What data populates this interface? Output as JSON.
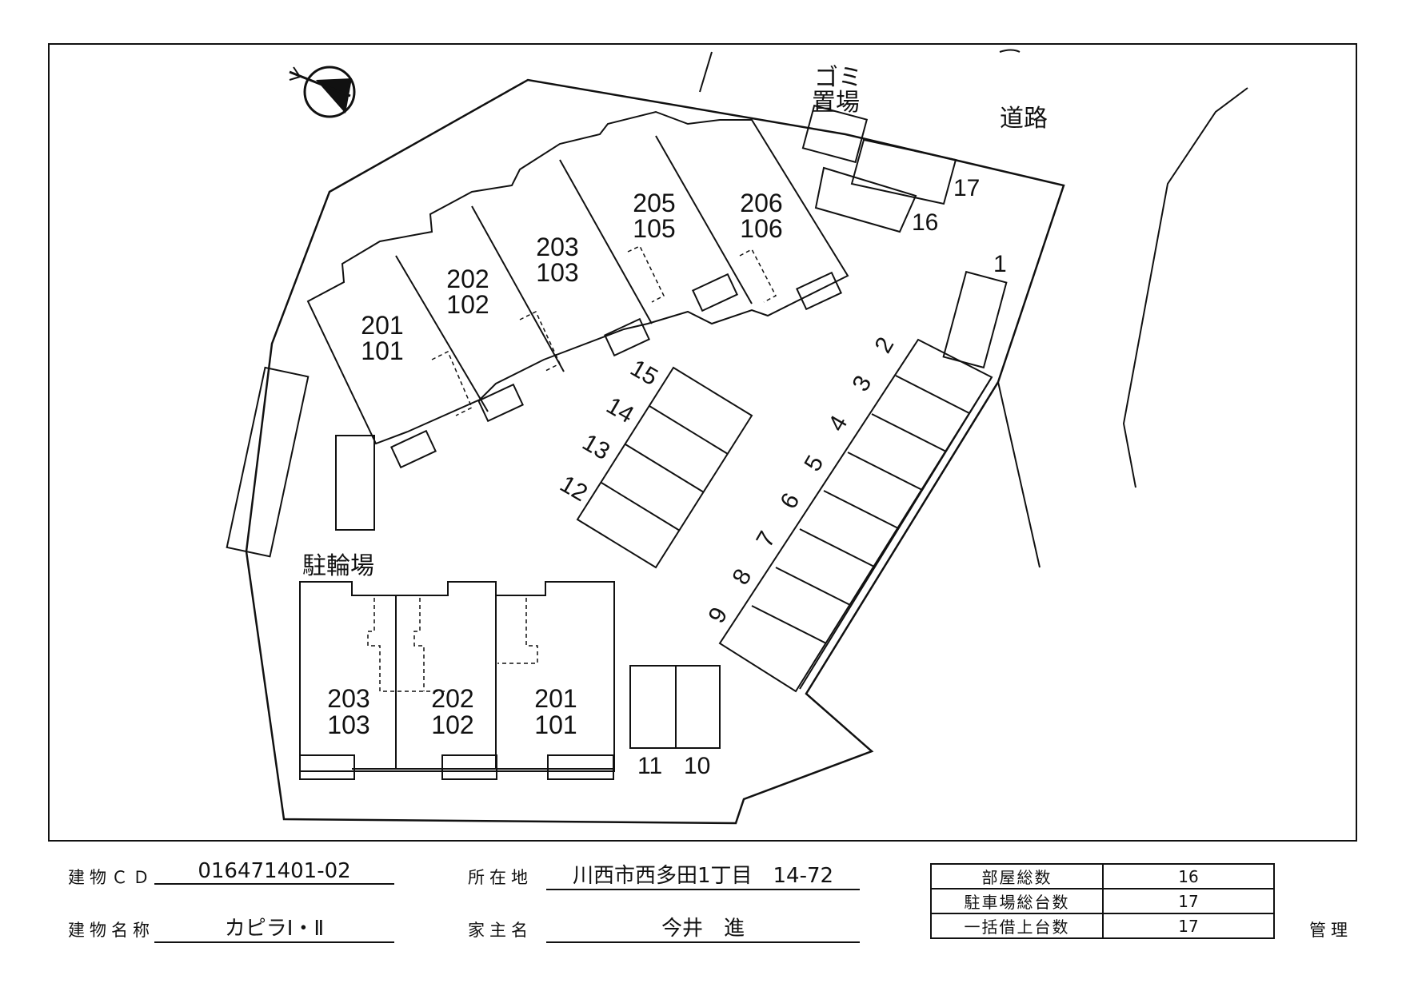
{
  "map": {
    "north_symbol": "north-arrow",
    "labels": {
      "garbage": [
        "ゴミ",
        "置場"
      ],
      "road": "道路",
      "bicycle": "駐輪場"
    },
    "building_a_units": [
      {
        "upper": "201",
        "lower": "101"
      },
      {
        "upper": "202",
        "lower": "102"
      },
      {
        "upper": "203",
        "lower": "103"
      },
      {
        "upper": "205",
        "lower": "105"
      },
      {
        "upper": "206",
        "lower": "106"
      }
    ],
    "building_b_units": [
      {
        "upper": "203",
        "lower": "103"
      },
      {
        "upper": "202",
        "lower": "102"
      },
      {
        "upper": "201",
        "lower": "101"
      }
    ],
    "parking_numbers": [
      "1",
      "2",
      "3",
      "4",
      "5",
      "6",
      "7",
      "8",
      "9",
      "10",
      "11",
      "12",
      "13",
      "14",
      "15",
      "16",
      "17"
    ]
  },
  "info": {
    "building_cd_label": "建物ＣＤ",
    "building_cd": "016471401-02",
    "building_name_label": "建物名称",
    "building_name": "カピラⅠ・Ⅱ",
    "location_label": "所在地",
    "location": "川西市西多田1丁目　14-72",
    "owner_label": "家主名",
    "owner": "今井　進"
  },
  "summary": [
    {
      "label": "部屋総数",
      "value": "16"
    },
    {
      "label": "駐車場総台数",
      "value": "17"
    },
    {
      "label": "一括借上台数",
      "value": "17"
    }
  ],
  "management_label": "管理"
}
